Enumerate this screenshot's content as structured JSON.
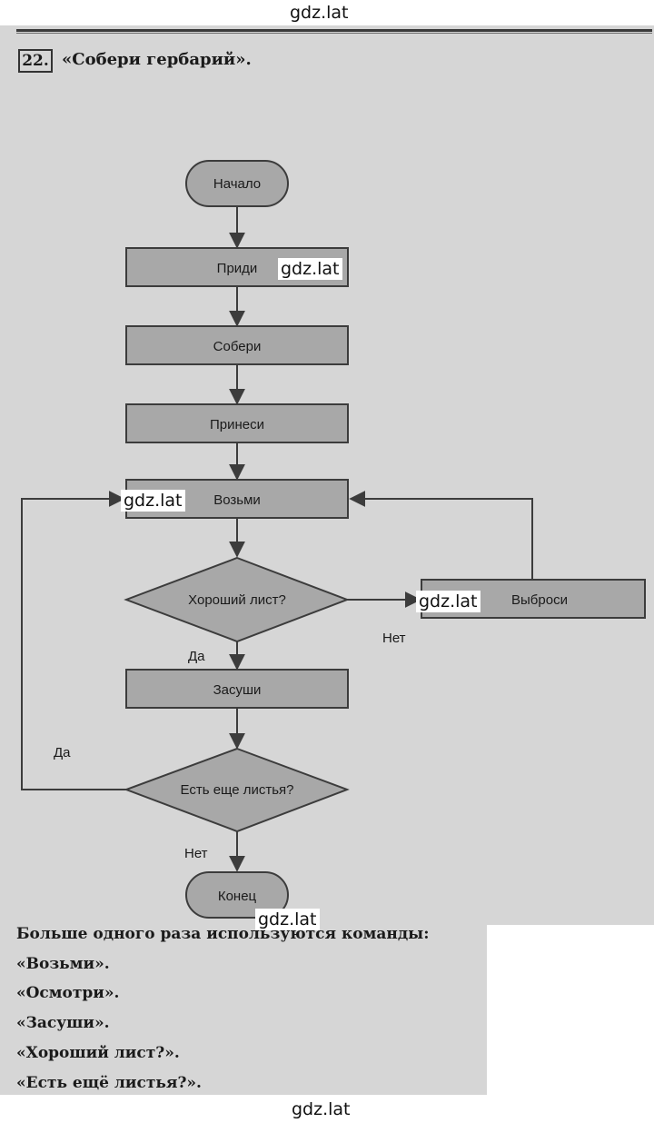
{
  "watermark": "gdz.lat",
  "task": {
    "number": "22.",
    "title": "«Собери гербарий»."
  },
  "flowchart": {
    "nodes": {
      "start": "Начало",
      "come": "Приди",
      "collect": "Собери",
      "bring": "Принеси",
      "take": "Возьми",
      "good_leaf": "Хороший лист?",
      "discard": "Выброси",
      "dry": "Засуши",
      "more_leaves": "Есть еще листья?",
      "end": "Конец"
    },
    "edge_labels": {
      "good_yes": "Да",
      "good_no": "Нет",
      "more_yes": "Да",
      "more_no": "Нет"
    }
  },
  "answer": {
    "heading": "Больше одного раза используются команды:",
    "items": [
      "«Возьми».",
      "«Осмотри».",
      "«Засуши».",
      "«Хороший лист?».",
      "«Есть ещё листья?»."
    ]
  },
  "colors": {
    "page_bg": "#d6d6d6",
    "box_fill": "#a8a8a8",
    "stroke": "#3c3c3c"
  }
}
